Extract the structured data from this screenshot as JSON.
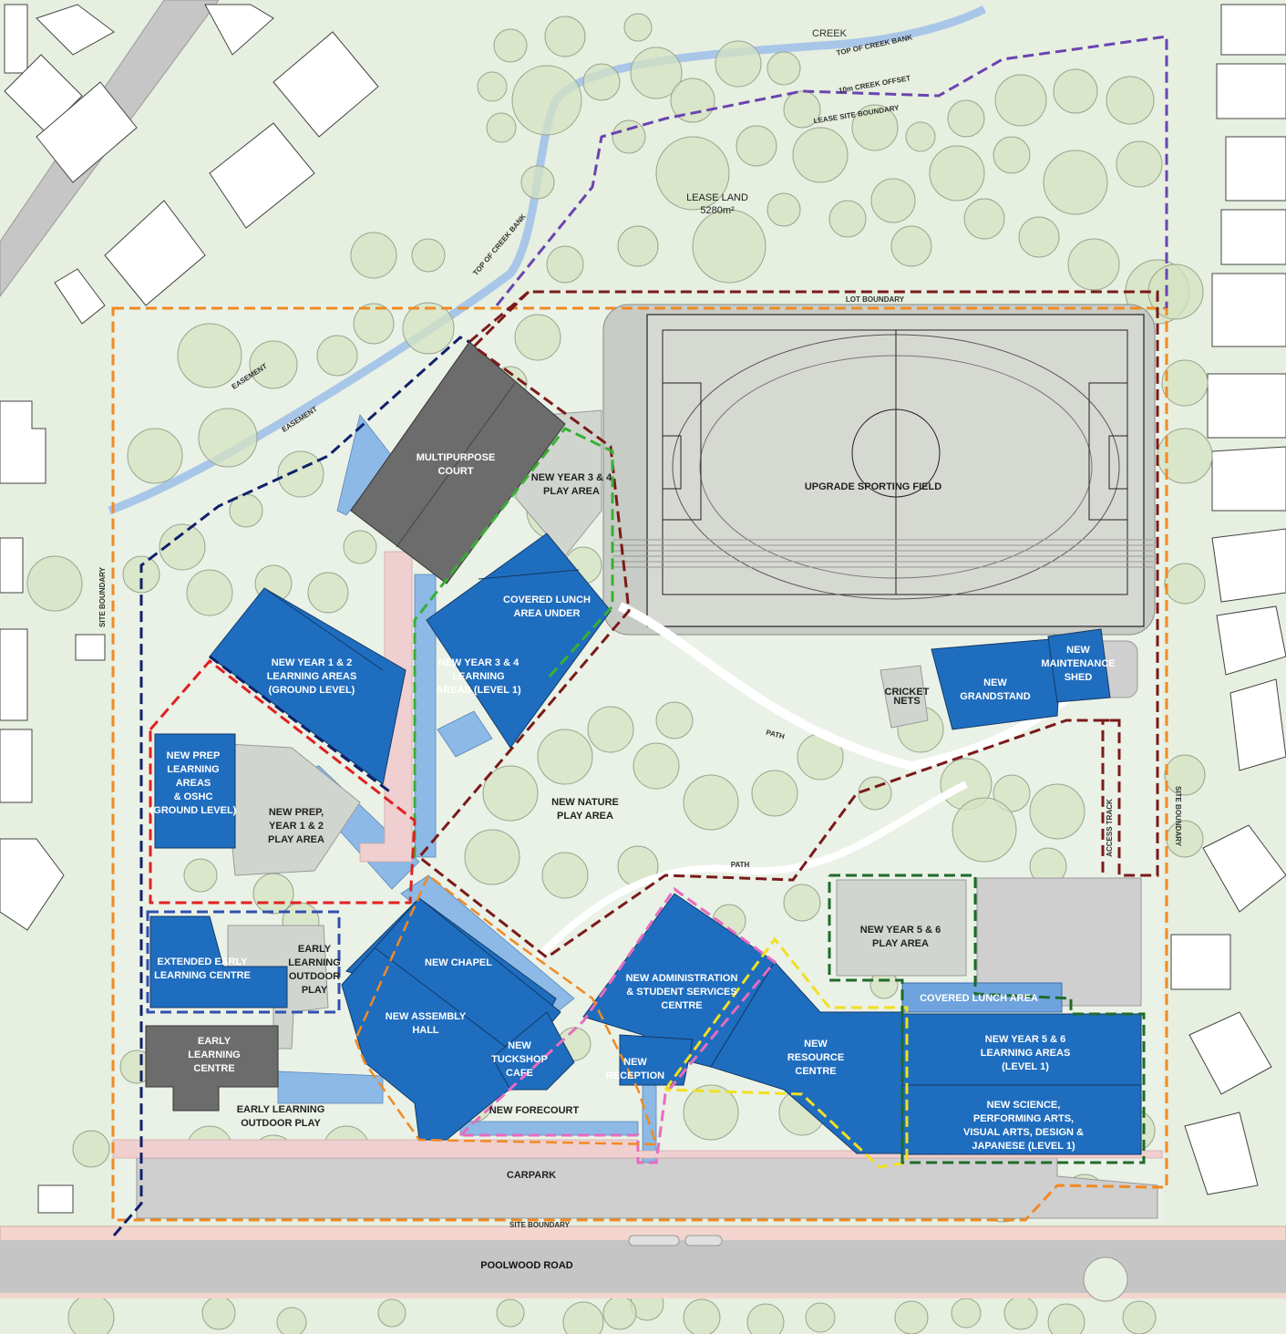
{
  "labels": {
    "creek": "CREEK",
    "top_creek_bank_1": "TOP OF CREEK BANK",
    "creek_offset": "10m CREEK OFFSET",
    "lease_site_boundary": "LEASE SITE BOUNDARY",
    "top_creek_bank_2": "TOP OF CREEK BANK",
    "lease_land": "LEASE LAND",
    "lease_area": "5280m²",
    "lot_boundary": "LOT BOUNDARY",
    "easement_1": "EASEMENT",
    "easement_2": "EASEMENT",
    "site_boundary_left": "SITE BOUNDARY",
    "site_boundary_right": "SITE BOUNDARY",
    "site_boundary_bottom": "SITE BOUNDARY",
    "access_track": "ACCESS TRACK",
    "path_1": "PATH",
    "path_2": "PATH",
    "carpark": "CARPARK",
    "road": "POOLWOOD ROAD"
  },
  "buildings": {
    "multipurpose_court": [
      "MULTIPURPOSE",
      "COURT"
    ],
    "covered_lunch": [
      "COVERED LUNCH",
      "AREA UNDER"
    ],
    "year34_learning": [
      "NEW YEAR 3 & 4",
      "LEARNING",
      "AREAS (LEVEL 1)"
    ],
    "year12_learning": [
      "NEW YEAR 1 & 2",
      "LEARNING AREAS",
      "(GROUND LEVEL)"
    ],
    "prep_learning": [
      "NEW PREP",
      "LEARNING",
      "AREAS",
      "& OSHC",
      "(GROUND LEVEL)"
    ],
    "extended_early": [
      "EXTENDED EARLY",
      "LEARNING CENTRE"
    ],
    "early_learning_centre": [
      "EARLY",
      "LEARNING",
      "CENTRE"
    ],
    "chapel": [
      "NEW CHAPEL"
    ],
    "assembly_hall": [
      "NEW ASSEMBLY",
      "HALL"
    ],
    "tuckshop": [
      "NEW",
      "TUCKSHOP",
      "CAFE"
    ],
    "reception": [
      "NEW",
      "RECEPTION"
    ],
    "admin": [
      "NEW ADMINISTRATION",
      "& STUDENT SERVICES",
      "CENTRE"
    ],
    "resource_centre": [
      "NEW",
      "RESOURCE",
      "CENTRE"
    ],
    "year56_learning": [
      "NEW YEAR 5 & 6",
      "LEARNING AREAS",
      "(LEVEL 1)"
    ],
    "science": [
      "NEW SCIENCE,",
      "PERFORMING ARTS,",
      "VISUAL ARTS, DESIGN &",
      "JAPANESE (LEVEL 1)"
    ],
    "covered_lunch_small": [
      "COVERED LUNCH AREA"
    ],
    "grandstand": [
      "NEW",
      "GRANDSTAND"
    ],
    "maintenance_shed": [
      "NEW",
      "MAINTENANCE",
      "SHED"
    ]
  },
  "areas": {
    "sporting_field": [
      "UPGRADE SPORTING FIELD"
    ],
    "year34_play": [
      "NEW YEAR 3 & 4",
      "PLAY AREA"
    ],
    "nature_play": [
      "NEW NATURE",
      "PLAY AREA"
    ],
    "prep_play": [
      "NEW PREP,",
      "YEAR 1 & 2",
      "PLAY AREA"
    ],
    "early_outdoor_1": [
      "EARLY",
      "LEARNING",
      "OUTDOOR",
      "PLAY"
    ],
    "early_outdoor_2": [
      "EARLY LEARNING",
      "OUTDOOR PLAY"
    ],
    "forecourt": [
      "NEW FORECOURT"
    ],
    "year56_play": [
      "NEW YEAR 5 & 6",
      "PLAY AREA"
    ],
    "cricket_nets": [
      "CRICKET",
      "NETS"
    ]
  },
  "colors": {
    "building": "#1f6dbf",
    "existing_building": "#6c6c6c",
    "orange_boundary": "#f08a24",
    "maroon_boundary": "#7a1a1a",
    "navy_boundary": "#10206a",
    "purple_boundary": "#6a44b0",
    "green_boundary": "#38b034",
    "dark_green_boundary": "#1f6b2a",
    "red_boundary": "#e02020",
    "pink_boundary": "#e66cc0",
    "yellow_boundary": "#f0e020",
    "blue_dashed": "#3050b0"
  }
}
